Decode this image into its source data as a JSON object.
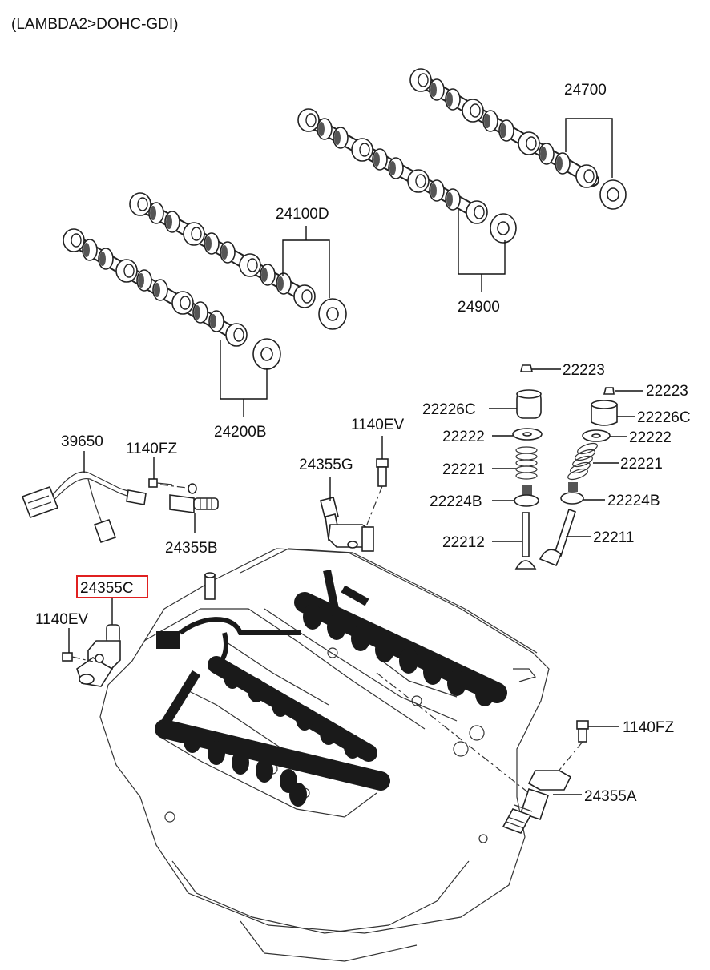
{
  "title": "(LAMBDA2>DOHC-GDI)",
  "highlight_color": "#e02020",
  "labels": {
    "p24700": "24700",
    "p24100D": "24100D",
    "p24900": "24900",
    "p24200B": "24200B",
    "p22223a": "22223",
    "p22223b": "22223",
    "p22226Ca": "22226C",
    "p22226Cb": "22226C",
    "p22222a": "22222",
    "p22222b": "22222",
    "p22221a": "22221",
    "p22221b": "22221",
    "p22224Ba": "22224B",
    "p22224Bb": "22224B",
    "p22212": "22212",
    "p22211": "22211",
    "p39650": "39650",
    "p1140FZa": "1140FZ",
    "p24355B": "24355B",
    "p1140EVa": "1140EV",
    "p24355G": "24355G",
    "p24355C": "24355C",
    "p1140EVb": "1140EV",
    "p1140FZb": "1140FZ",
    "p24355A": "24355A"
  }
}
